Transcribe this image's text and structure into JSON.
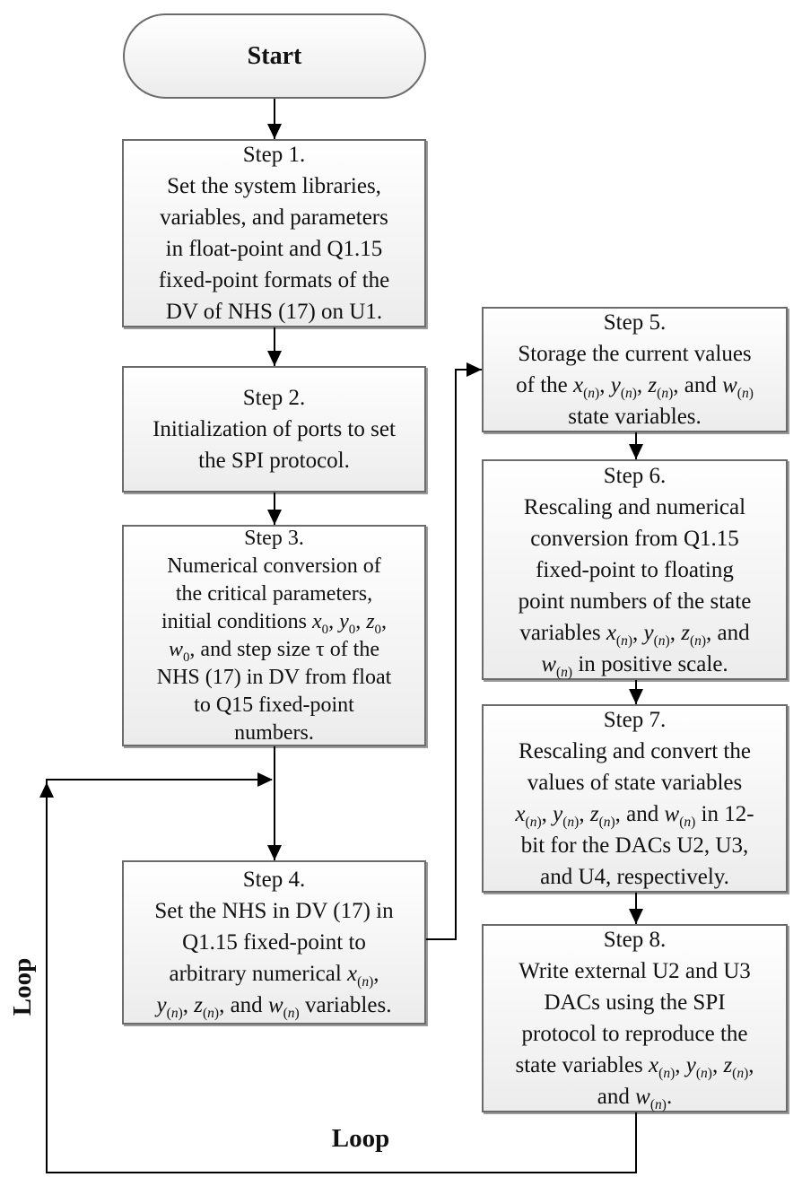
{
  "flowchart": {
    "start": {
      "label": "Start"
    },
    "steps": {
      "step1": {
        "lines": [
          "Step 1.",
          "Set the system libraries,",
          "variables, and parameters",
          "in float-point and Q1.15",
          "fixed-point formats of the",
          "DV of NHS (17) on U1."
        ]
      },
      "step2": {
        "lines": [
          "Step 2.",
          "Initialization of ports to set",
          "the SPI protocol."
        ]
      },
      "step3": {
        "lines": [
          "Step 3.",
          "Numerical conversion of",
          "the critical parameters,",
          "initial conditions *x*~0~, *y*~0~, *z*~0~,",
          "*w*~0~, and step size τ of the",
          "NHS (17) in DV from float",
          "to Q15 fixed-point",
          "numbers."
        ]
      },
      "step4": {
        "lines": [
          "Step 4.",
          "Set the NHS in DV (17) in",
          "Q1.15 fixed-point to",
          "arbitrary numerical *x*~(*n*)~,",
          "*y*~(*n*)~, *z*~(*n*)~, and *w*~(*n*)~ variables."
        ]
      },
      "step5": {
        "lines": [
          "Step 5.",
          "Storage the current values",
          "of the *x*~(*n*)~, *y*~(*n*)~, *z*~(*n*)~, and *w*~(*n*)~",
          "state variables."
        ]
      },
      "step6": {
        "lines": [
          "Step 6.",
          "Rescaling and numerical",
          "conversion from Q1.15",
          "fixed-point to floating",
          "point numbers of the state",
          "variables *x*~(*n*)~, *y*~(*n*)~, *z*~(*n*)~, and",
          "*w*~(*n*)~ in positive scale."
        ]
      },
      "step7": {
        "lines": [
          "Step 7.",
          "Rescaling and convert the",
          "values of state variables",
          "*x*~(*n*)~, *y*~(*n*)~, *z*~(*n*)~, and *w*~(*n*)~ in 12-",
          "bit for the DACs U2, U3,",
          "and U4, respectively."
        ]
      },
      "step8": {
        "lines": [
          "Step 8.",
          "Write external U2 and U3",
          "DACs using the SPI",
          "protocol to reproduce the",
          "state variables *x*~(*n*)~, *y*~(*n*)~, *z*~(*n*)~,",
          "and *w*~(*n*)~."
        ]
      }
    },
    "loop_labels": {
      "left": "Loop",
      "bottom": "Loop"
    }
  },
  "colors": {
    "box_border": "#6b6b6b",
    "box_fill_top": "#ffffff",
    "box_fill_bottom": "#ececec",
    "connector": "#000000",
    "text": "#111111"
  }
}
